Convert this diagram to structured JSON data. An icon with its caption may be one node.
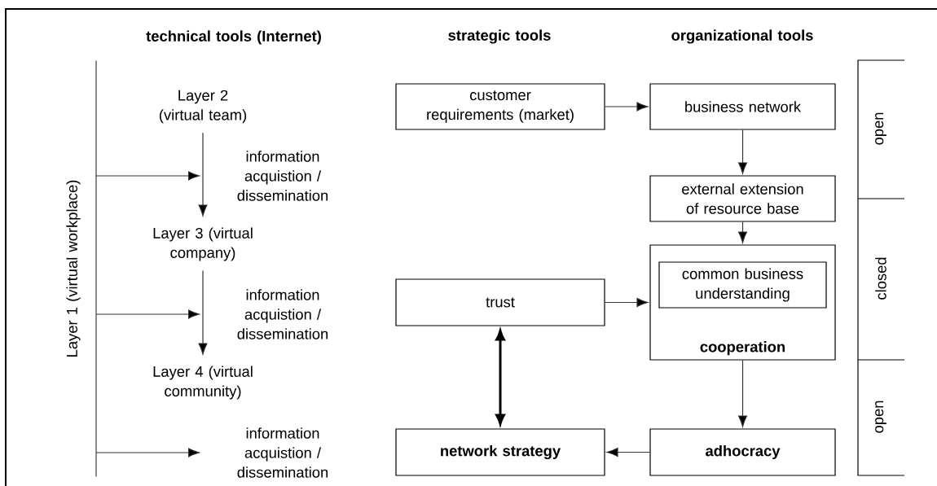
{
  "diagram": {
    "nodes": [
      {
        "text": [
          "Layer 1 (virtual workplace)"
        ]
      },
      {
        "text": [
          "Layer 2 (virtual team)"
        ]
      },
      {
        "text": [
          "Layer 3 (virtual company)"
        ]
      },
      {
        "text": [
          "Layer 4 (virtual community)"
        ]
      },
      {
        "text": [
          "customer requirements (market)"
        ]
      },
      {
        "text": [
          "business network"
        ]
      },
      {
        "text": [
          "external extension of resource base"
        ]
      },
      {
        "text": [
          "cooperation"
        ]
      },
      {
        "text": [
          "common business understanding"
        ],
        "in": 7
      },
      {
        "text": [
          "trust"
        ]
      },
      {
        "text": [
          "network strategy"
        ]
      },
      {
        "text": [
          "adhocracy"
        ]
      },
      {
        "text": [
          "information acquistion / dissemination"
        ]
      },
      {
        "text": [
          "information acquistion / dissemination"
        ]
      },
      {
        "text": [
          "information acquistion / dissemination"
        ]
      }
    ],
    "edges": [
      {
        "from": 0,
        "to": 12,
        "arrow": "to"
      },
      {
        "from": 0,
        "to": 13,
        "arrow": "to"
      },
      {
        "from": 0,
        "to": 14,
        "arrow": "to"
      },
      {
        "from": 1,
        "to": 2,
        "arrow": "to"
      },
      {
        "from": 2,
        "to": 3,
        "arrow": "to"
      },
      {
        "from": 4,
        "to": 5,
        "arrow": "to"
      },
      {
        "from": 5,
        "to": 6,
        "arrow": "to"
      },
      {
        "from": 6,
        "to": 7,
        "arrow": "to"
      },
      {
        "from": 9,
        "to": 7,
        "arrow": "to"
      },
      {
        "from": 7,
        "to": 11,
        "arrow": "to"
      },
      {
        "from": 11,
        "to": 10,
        "arrow": "to"
      },
      {
        "from": 9,
        "to": 10,
        "arrow": "both",
        "style": "thick"
      }
    ],
    "labels": [
      "technical tools (Internet)",
      "strategic tools",
      "organizational tools",
      "open",
      "closed",
      "open"
    ]
  }
}
